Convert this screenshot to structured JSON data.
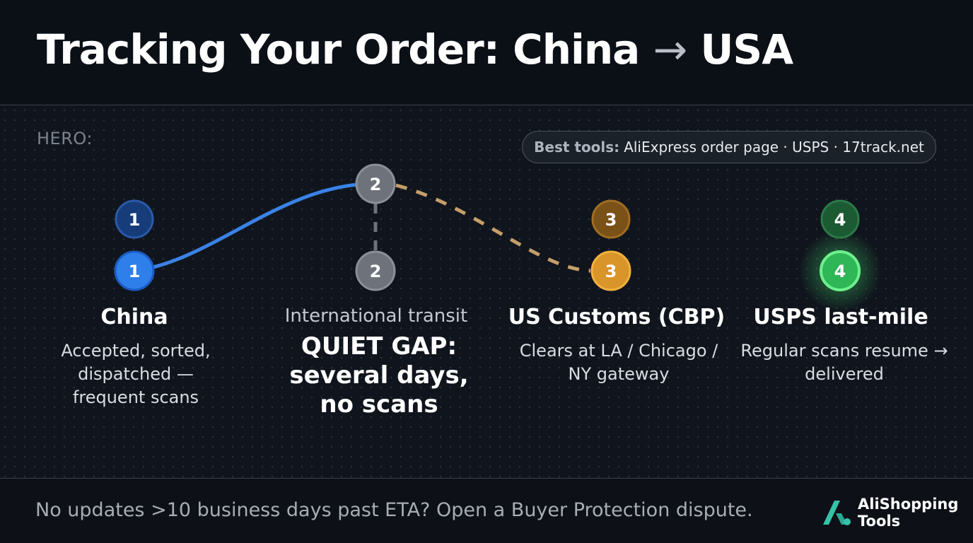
{
  "header": {
    "title_main": "Tracking Your Order: China",
    "title_arrow": "→",
    "title_dest": "USA"
  },
  "hero_label": "HERO:",
  "tools": {
    "label": "Best tools:",
    "text": "AliExpress order page · USPS · 17track.net"
  },
  "stages": [
    {
      "number": "1",
      "title": "China",
      "description": "Accepted, sorted, dispatched — frequent scans",
      "color": "#2f7fea"
    },
    {
      "number": "2",
      "label": "International transit",
      "title": "QUIET GAP: several days, no scans",
      "color": "#6e737b"
    },
    {
      "number": "3",
      "title": "US Customs (CBP)",
      "description": "Clears at LA / Chicago / NY gateway",
      "color": "#d9952a"
    },
    {
      "number": "4",
      "title": "USPS last-mile",
      "description": "Regular scans resume → delivered",
      "color": "#3fd96a"
    }
  ],
  "footer": {
    "note": "No updates >10 business days past ETA? Open a Buyer Protection dispute."
  },
  "logo": {
    "line1": "AliShopping",
    "line2": "Tools",
    "color": "#35c2a8"
  }
}
